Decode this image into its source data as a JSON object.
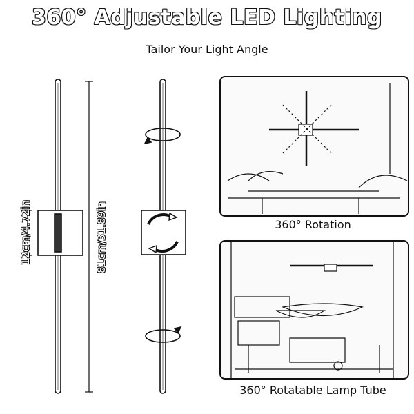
{
  "header": {
    "title": "360° Adjustable LED Lighting",
    "subtitle": "Tailor Your Light Angle"
  },
  "dimensions": {
    "height_label": "12cm/4.72in",
    "length_label": "81cm/31.89in"
  },
  "panels": {
    "top_caption": "360° Rotation",
    "bottom_caption": "360° Rotatable Lamp Tube"
  },
  "colors": {
    "line": "#111111",
    "background": "#ffffff"
  }
}
